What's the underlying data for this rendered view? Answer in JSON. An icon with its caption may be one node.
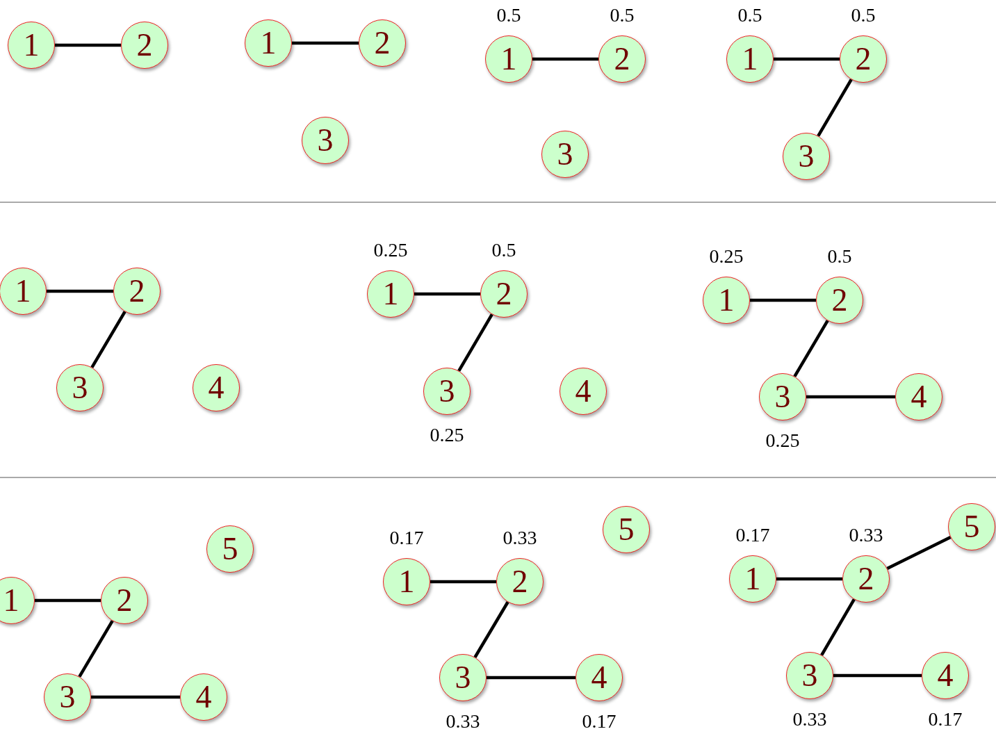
{
  "diagram": {
    "nodes": [
      {
        "text": [
          "1"
        ]
      },
      {
        "text": [
          "2"
        ]
      },
      {
        "text": [
          "1"
        ]
      },
      {
        "text": [
          "2"
        ]
      },
      {
        "text": [
          "3"
        ]
      },
      {
        "text": [
          "1"
        ],
        "beside": [
          "0.5"
        ]
      },
      {
        "text": [
          "2"
        ],
        "beside": [
          "0.5"
        ]
      },
      {
        "text": [
          "3"
        ]
      },
      {
        "text": [
          "1"
        ],
        "beside": [
          "0.5"
        ]
      },
      {
        "text": [
          "2"
        ],
        "beside": [
          "0.5"
        ]
      },
      {
        "text": [
          "3"
        ]
      },
      {
        "text": [
          "1"
        ]
      },
      {
        "text": [
          "2"
        ]
      },
      {
        "text": [
          "3"
        ]
      },
      {
        "text": [
          "4"
        ]
      },
      {
        "text": [
          "1"
        ],
        "beside": [
          "0.25"
        ]
      },
      {
        "text": [
          "2"
        ],
        "beside": [
          "0.5"
        ]
      },
      {
        "text": [
          "3"
        ],
        "beside": [
          "0.25"
        ]
      },
      {
        "text": [
          "4"
        ]
      },
      {
        "text": [
          "1"
        ],
        "beside": [
          "0.25"
        ]
      },
      {
        "text": [
          "2"
        ],
        "beside": [
          "0.5"
        ]
      },
      {
        "text": [
          "3"
        ],
        "beside": [
          "0.25"
        ]
      },
      {
        "text": [
          "4"
        ]
      },
      {
        "text": [
          "1"
        ]
      },
      {
        "text": [
          "2"
        ]
      },
      {
        "text": [
          "3"
        ]
      },
      {
        "text": [
          "4"
        ]
      },
      {
        "text": [
          "5"
        ]
      },
      {
        "text": [
          "1"
        ],
        "beside": [
          "0.17"
        ]
      },
      {
        "text": [
          "2"
        ],
        "beside": [
          "0.33"
        ]
      },
      {
        "text": [
          "3"
        ],
        "beside": [
          "0.33"
        ]
      },
      {
        "text": [
          "4"
        ],
        "beside": [
          "0.17"
        ]
      },
      {
        "text": [
          "5"
        ]
      },
      {
        "text": [
          "1"
        ],
        "beside": [
          "0.17"
        ]
      },
      {
        "text": [
          "2"
        ],
        "beside": [
          "0.33"
        ]
      },
      {
        "text": [
          "3"
        ],
        "beside": [
          "0.33"
        ]
      },
      {
        "text": [
          "4"
        ],
        "beside": [
          "0.17"
        ]
      },
      {
        "text": [
          "5"
        ]
      }
    ],
    "edges": [
      {
        "from": 0,
        "to": 1,
        "arrow": "none"
      },
      {
        "from": 2,
        "to": 3,
        "arrow": "none"
      },
      {
        "from": 5,
        "to": 6,
        "arrow": "none"
      },
      {
        "from": 8,
        "to": 9,
        "arrow": "none"
      },
      {
        "from": 9,
        "to": 10,
        "arrow": "none"
      },
      {
        "from": 11,
        "to": 12,
        "arrow": "none"
      },
      {
        "from": 12,
        "to": 13,
        "arrow": "none"
      },
      {
        "from": 15,
        "to": 16,
        "arrow": "none"
      },
      {
        "from": 16,
        "to": 17,
        "arrow": "none"
      },
      {
        "from": 19,
        "to": 20,
        "arrow": "none"
      },
      {
        "from": 20,
        "to": 21,
        "arrow": "none"
      },
      {
        "from": 21,
        "to": 22,
        "arrow": "none"
      },
      {
        "from": 23,
        "to": 24,
        "arrow": "none"
      },
      {
        "from": 24,
        "to": 25,
        "arrow": "none"
      },
      {
        "from": 25,
        "to": 26,
        "arrow": "none"
      },
      {
        "from": 28,
        "to": 29,
        "arrow": "none"
      },
      {
        "from": 29,
        "to": 30,
        "arrow": "none"
      },
      {
        "from": 30,
        "to": 31,
        "arrow": "none"
      },
      {
        "from": 33,
        "to": 34,
        "arrow": "none"
      },
      {
        "from": 34,
        "to": 35,
        "arrow": "none"
      },
      {
        "from": 35,
        "to": 36,
        "arrow": "none"
      },
      {
        "from": 34,
        "to": 37,
        "arrow": "none"
      }
    ]
  }
}
